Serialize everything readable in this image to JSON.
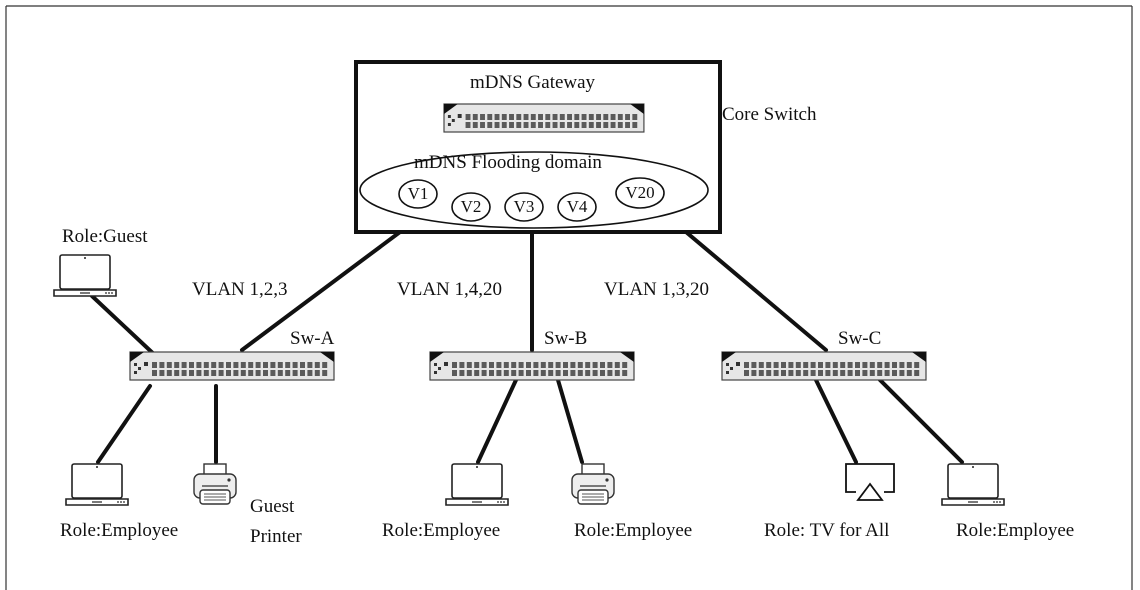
{
  "core": {
    "gateway_label": "mDNS Gateway",
    "flooding_label": "mDNS Flooding domain",
    "switch_label": "Core Switch",
    "vlans": [
      "V1",
      "V2",
      "V3",
      "V4",
      "V20"
    ]
  },
  "links": {
    "a": "VLAN 1,2,3",
    "b": "VLAN 1,4,20",
    "c": "VLAN 1,3,20"
  },
  "switches": {
    "a": "Sw-A",
    "b": "Sw-B",
    "c": "Sw-C"
  },
  "devices": {
    "guest_laptop": "Role:Guest",
    "a_laptop": "Role:Employee",
    "a_printer_line1": "Guest",
    "a_printer_line2": "Printer",
    "b_laptop": "Role:Employee",
    "b_printer": "Role:Employee",
    "c_tv": "Role: TV for All",
    "c_laptop": "Role:Employee"
  }
}
